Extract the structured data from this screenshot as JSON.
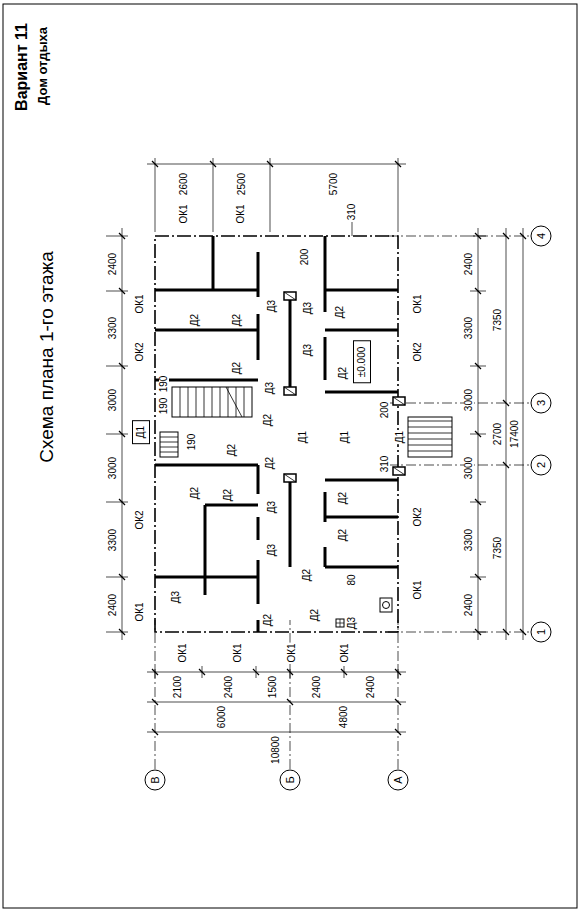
{
  "diagram": {
    "title": "Схема плана 1-го этажа",
    "nodes": [
      {
        "text": [
          "В"
        ]
      },
      {
        "text": [
          "Б"
        ]
      },
      {
        "text": [
          "А"
        ]
      },
      {
        "text": [
          "1"
        ]
      },
      {
        "text": [
          "2"
        ]
      },
      {
        "text": [
          "3"
        ]
      },
      {
        "text": [
          "4"
        ]
      },
      {
        "text": [
          "Д1"
        ]
      },
      {
        "text": [
          "±0.000"
        ]
      }
    ],
    "labels": [
      "Вариант 11",
      "Дом отдыха",
      "2400",
      "3300",
      "3000",
      "3000",
      "3300",
      "2400",
      "ОК1",
      "ОК2",
      "ОК2",
      "ОК1",
      "ОК1",
      "ОК1",
      "2600",
      "2500",
      "5700",
      "310",
      "200",
      "ОК1",
      "ОК1",
      "ОК1",
      "ОК1",
      "2100",
      "2400",
      "1500",
      "2400",
      "2400",
      "6000",
      "4800",
      "10800",
      "ОК1",
      "ОК2",
      "ОК2",
      "ОК1",
      "2400",
      "3300",
      "3000",
      "3000",
      "3300",
      "2400",
      "7350",
      "2700",
      "7350",
      "17400",
      "Д3",
      "Д3",
      "Д3",
      "Д2",
      "Д2",
      "Д2",
      "Д2",
      "Д2",
      "Д3",
      "Д2",
      "Д2",
      "Д2",
      "Д3",
      "Д3",
      "Д3",
      "Д2",
      "Д2",
      "Д1",
      "Д1",
      "Д1",
      "Д2",
      "Д2",
      "Д2",
      "Д2",
      "Д2",
      "Д3",
      "80",
      "310",
      "200",
      "190",
      "190",
      "190"
    ]
  }
}
